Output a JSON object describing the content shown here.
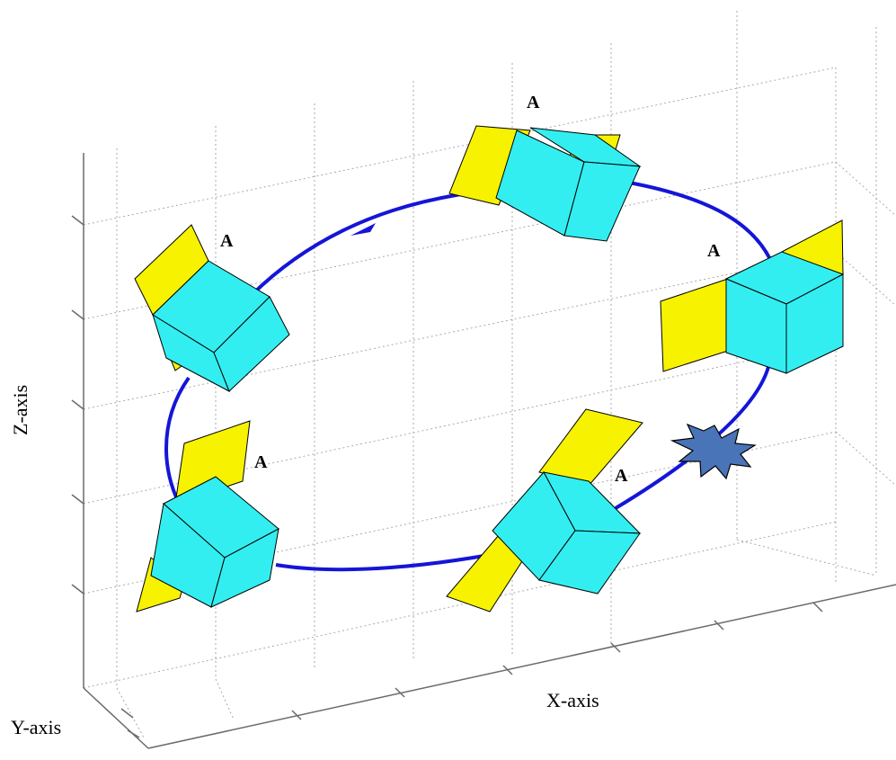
{
  "axes": {
    "x_label": "X-axis",
    "y_label": "Y-axis",
    "z_label": "Z-axis"
  },
  "satellites": [
    {
      "id": "top",
      "label": "A"
    },
    {
      "id": "left",
      "label": "A"
    },
    {
      "id": "right",
      "label": "A"
    },
    {
      "id": "bottom-left",
      "label": "A"
    },
    {
      "id": "bottom-right",
      "label": "A"
    }
  ],
  "colors": {
    "cube": "#33eef0",
    "panel": "#f7f200",
    "orbit": "#1515d8",
    "event_marker": "#4a74b8",
    "grid": "#a8a8a8"
  }
}
